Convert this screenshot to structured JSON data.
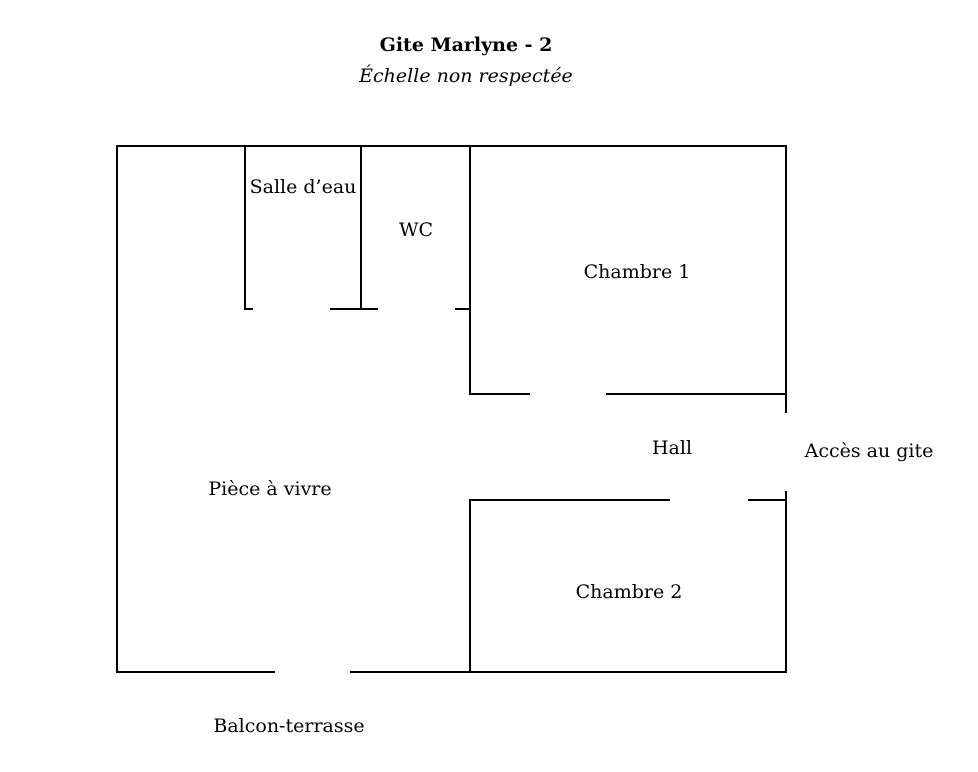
{
  "header": {
    "title": "Gite Marlyne - 2",
    "subtitle": "Échelle non respectée"
  },
  "rooms": {
    "salle_deau": "Salle d’eau",
    "wc": "WC",
    "chambre_1": "Chambre 1",
    "hall": "Hall",
    "acces": "Accès au gite",
    "piece_a_vivre": "Pièce à vivre",
    "chambre_2": "Chambre 2",
    "balcon": "Balcon-terrasse"
  },
  "colors": {
    "wall": "#000000",
    "background": "#ffffff"
  }
}
